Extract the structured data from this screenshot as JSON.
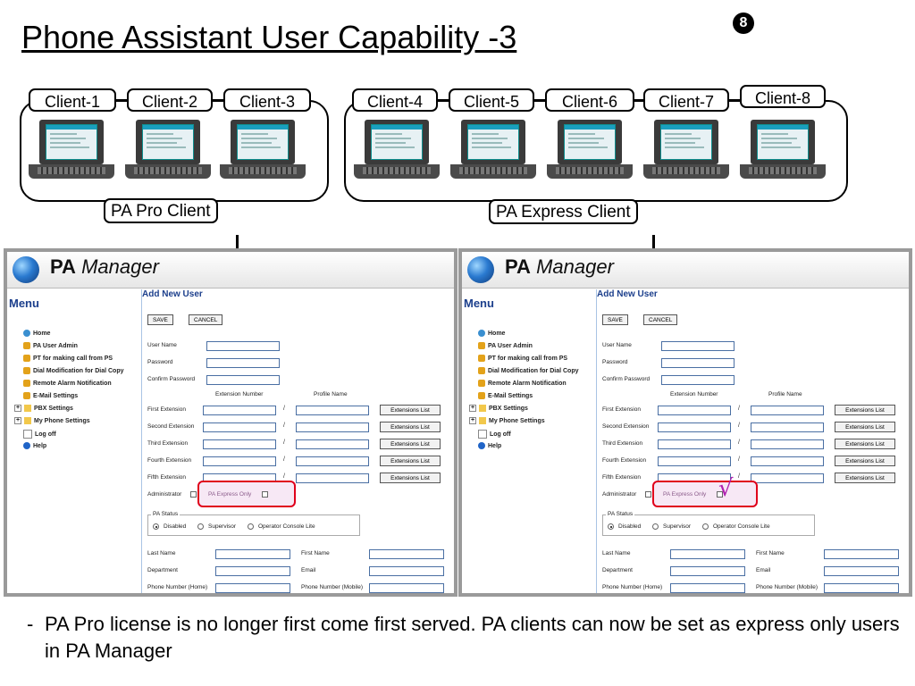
{
  "title": "Phone Assistant User Capability -3",
  "slide_marker": "8",
  "pro_group": {
    "label": "PA Pro Client",
    "clients": [
      "Client-1",
      "Client-2",
      "Client-3"
    ]
  },
  "express_group": {
    "label": "PA Express Client",
    "clients": [
      "Client-4",
      "Client-5",
      "Client-6",
      "Client-7",
      "Client-8"
    ]
  },
  "pa_manager": {
    "logo_bold": "PA",
    "logo_italic": "Manager",
    "menu_title": "Menu",
    "menu_items": [
      "Home",
      "PA User Admin",
      "PT for making call from PS",
      "Dial Modification for Dial Copy",
      "Remote Alarm Notification",
      "E-Mail Settings",
      "PBX Settings",
      "My Phone Settings",
      "Log off",
      "Help"
    ],
    "form_title": "Add New User",
    "save_label": "SAVE",
    "cancel_label": "CANCEL",
    "user_name_label": "User Name",
    "password_label": "Password",
    "confirm_password_label": "Confirm Password",
    "extension_number_header": "Extension Number",
    "profile_name_header": "Profile Name",
    "extensions": [
      "First Extension",
      "Second Extension",
      "Third Extension",
      "Fourth Extension",
      "Fifth Extension"
    ],
    "extensions_list_label": "Extensions List",
    "slash": "/",
    "administrator_label": "Administrator",
    "express_only_label": "PA Express Only",
    "pa_status_legend": "PA Status",
    "status_options": [
      "Disabled",
      "Supervisor",
      "Operator Console Lite"
    ],
    "last_name_label": "Last Name",
    "first_name_label": "First Name",
    "department_label": "Department",
    "email_label": "Email",
    "phone_home_label": "Phone Number (Home)",
    "phone_mobile_label": "Phone Number (Mobile)"
  },
  "express_checked_mark": "√",
  "bullet_dash": "-",
  "bullet_text": "PA Pro license is no longer first come first served.  PA clients can now be set as express only users in PA Manager"
}
